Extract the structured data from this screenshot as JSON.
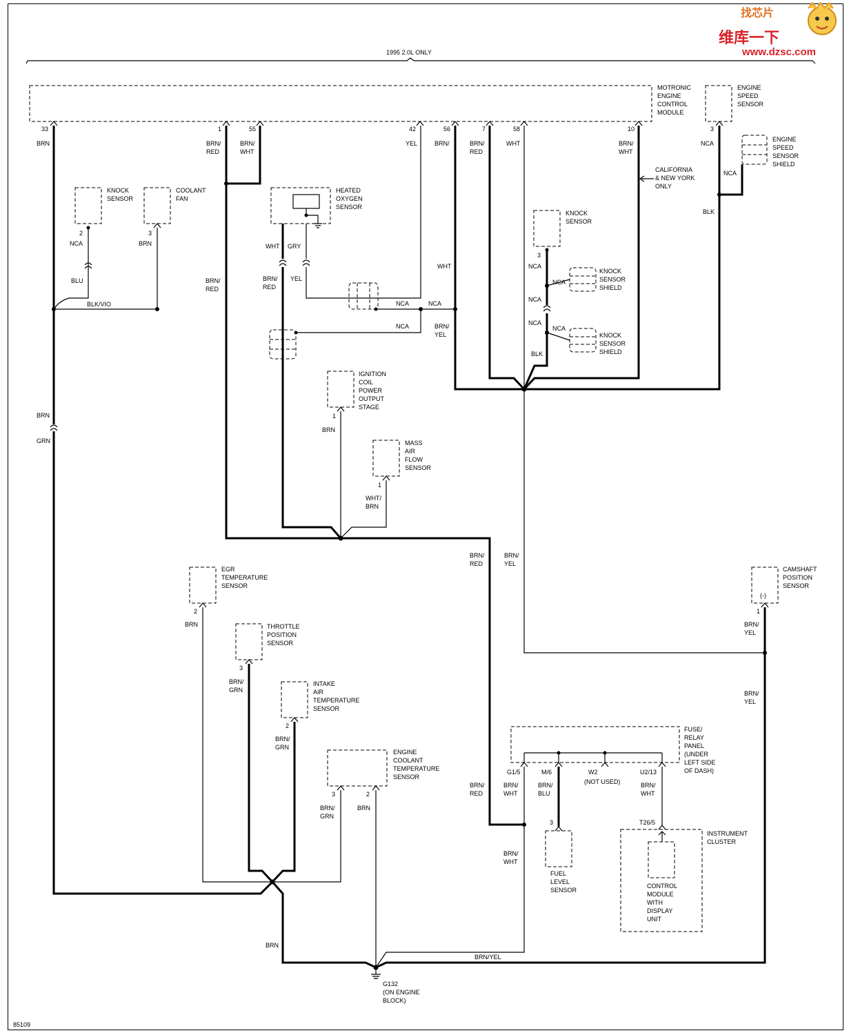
{
  "watermark": {
    "top": "找芯片",
    "brand": "维库一下",
    "url": "www.dzsc.com"
  },
  "figure_id": "85109",
  "banner": "1995 2.0L ONLY",
  "components": {
    "ecm": "MOTRONIC\nENGINE\nCONTROL\nMODULE",
    "engine_speed_sensor": "ENGINE\nSPEED\nSENSOR",
    "engine_speed_sensor_shield": "ENGINE\nSPEED\nSENSOR\nSHIELD",
    "knock_sensor_1": "KNOCK\nSENSOR",
    "coolant_fan": "COOLANT\nFAN",
    "heated_oxygen_sensor": "HEATED\nOXYGEN\nSENSOR",
    "knock_sensor_2": "KNOCK\nSENSOR",
    "knock_sensor_shield_1": "KNOCK\nSENSOR\nSHIELD",
    "knock_sensor_shield_2": "KNOCK\nSENSOR\nSHIELD",
    "ignition_coil": "IGNITION\nCOIL\nPOWER\nOUTPUT\nSTAGE",
    "mass_air_flow": "MASS\nAIR\nFLOW\nSENSOR",
    "egr_temp": "EGR\nTEMPERATURE\nSENSOR",
    "throttle_position": "THROTTLE\nPOSITION\nSENSOR",
    "intake_air_temp": "INTAKE\nAIR\nTEMPERATURE\nSENSOR",
    "engine_coolant_temp": "ENGINE\nCOOLANT\nTEMPERATURE\nSENSOR",
    "camshaft_position": "CAMSHAFT\nPOSITION\nSENSOR",
    "camshaft_minus": "(-)",
    "fuse_panel": "FUSE/\nRELAY\nPANEL\n(UNDER\nLEFT SIDE\nOF DASH)",
    "fuel_level": "FUEL\nLEVEL\nSENSOR",
    "instrument_cluster": "INSTRUMENT\nCLUSTER",
    "control_module_display": "CONTROL\nMODULE\nWITH\nDISPLAY\nUNIT",
    "ground": "G132\n(ON ENGINE\nBLOCK)",
    "california_note": "CALIFORNIA\n& NEW YORK\nONLY"
  },
  "pins": {
    "ecm_33": "33",
    "ecm_1": "1",
    "ecm_55": "55",
    "ecm_42": "42",
    "ecm_56": "56",
    "ecm_7": "7",
    "ecm_58": "58",
    "ecm_10": "10",
    "ess_3": "3",
    "knock1_2": "2",
    "fan_3": "3",
    "knock2_3": "3",
    "coil_1": "1",
    "maf_1": "1",
    "egr_2": "2",
    "tps_3": "3",
    "iat_2": "2",
    "ect_3": "3",
    "ect_2": "2",
    "cmp_1": "1",
    "fuel_3": "3",
    "fuse_g15": "G1/5",
    "fuse_m6": "M/6",
    "fuse_w2": "W2",
    "fuse_w2_note": "(NOT USED)",
    "fuse_u213": "U2/13",
    "ic_t26": "T26/5"
  },
  "wires": {
    "brn": "BRN",
    "brn_red": "BRN/\nRED",
    "brn_wht": "BRN/\nWHT",
    "yel": "YEL",
    "brn_slash": "BRN/",
    "wht": "WHT",
    "nca": "NCA",
    "blk": "BLK",
    "blu": "BLU",
    "blk_vio": "BLK/VIO",
    "gry": "GRY",
    "grn": "GRN",
    "brn_yel": "BRN/\nYEL",
    "brn_grn": "BRN/\nGRN",
    "brn_blu": "BRN/\nBLU",
    "wht_brn": "WHT/\nBRN",
    "brn_yel_flat": "BRN/YEL"
  }
}
